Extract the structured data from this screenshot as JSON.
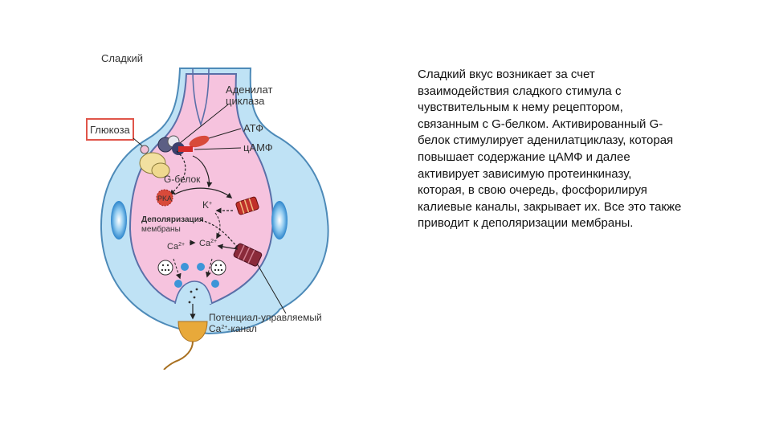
{
  "figure": {
    "title": "Сладкий",
    "labels": {
      "adenylate_cyclase_line1": "Аденилат",
      "adenylate_cyclase_line2": "циклаза",
      "glucose": "Глюкоза",
      "atp": "АТФ",
      "camp": "цАМФ",
      "g_protein": "G-белок",
      "pka": "PKA",
      "potassium": "K",
      "potassium_sup": "+",
      "depolarization_line1": "Деполяризация",
      "depolarization_line2": "мембраны",
      "ca_left": "Ca",
      "ca_right": "Ca",
      "ca_sup": "2+",
      "channel_line1": "Потенциал-управляемый",
      "channel_line2_ca": "Ca",
      "channel_line2_sup": "2+",
      "channel_line2_rest": "-канал"
    },
    "colors": {
      "cell_fill": "#bfe2f5",
      "cell_stroke": "#4d8ab8",
      "cytoplasm_fill": "#f6c3de",
      "cytoplasm_stroke": "#5a6fa8",
      "glucose_box": "#e0554a",
      "channel_red": "#c0302a",
      "receptor_yellow": "#f2e0a0",
      "vesicle_blue": "#3d95d8",
      "synapse_orange": "#e8a93a"
    }
  },
  "text": "Сладкий вкус возникает за счет\nвзаимодействия сладкого стимула с\nчувствительным к нему рецептором,\nсвязанным с G-белком. Активированный G-\nбелок стимулирует аденилатциклазу, которая\nповышает содержание цАМФ и далее\nактивирует зависимую протеинкиназу,\nкоторая, в свою очередь, фосфорилируя\nкалиевые каналы, закрывает их. Все это также\nприводит к деполяризации мембраны."
}
